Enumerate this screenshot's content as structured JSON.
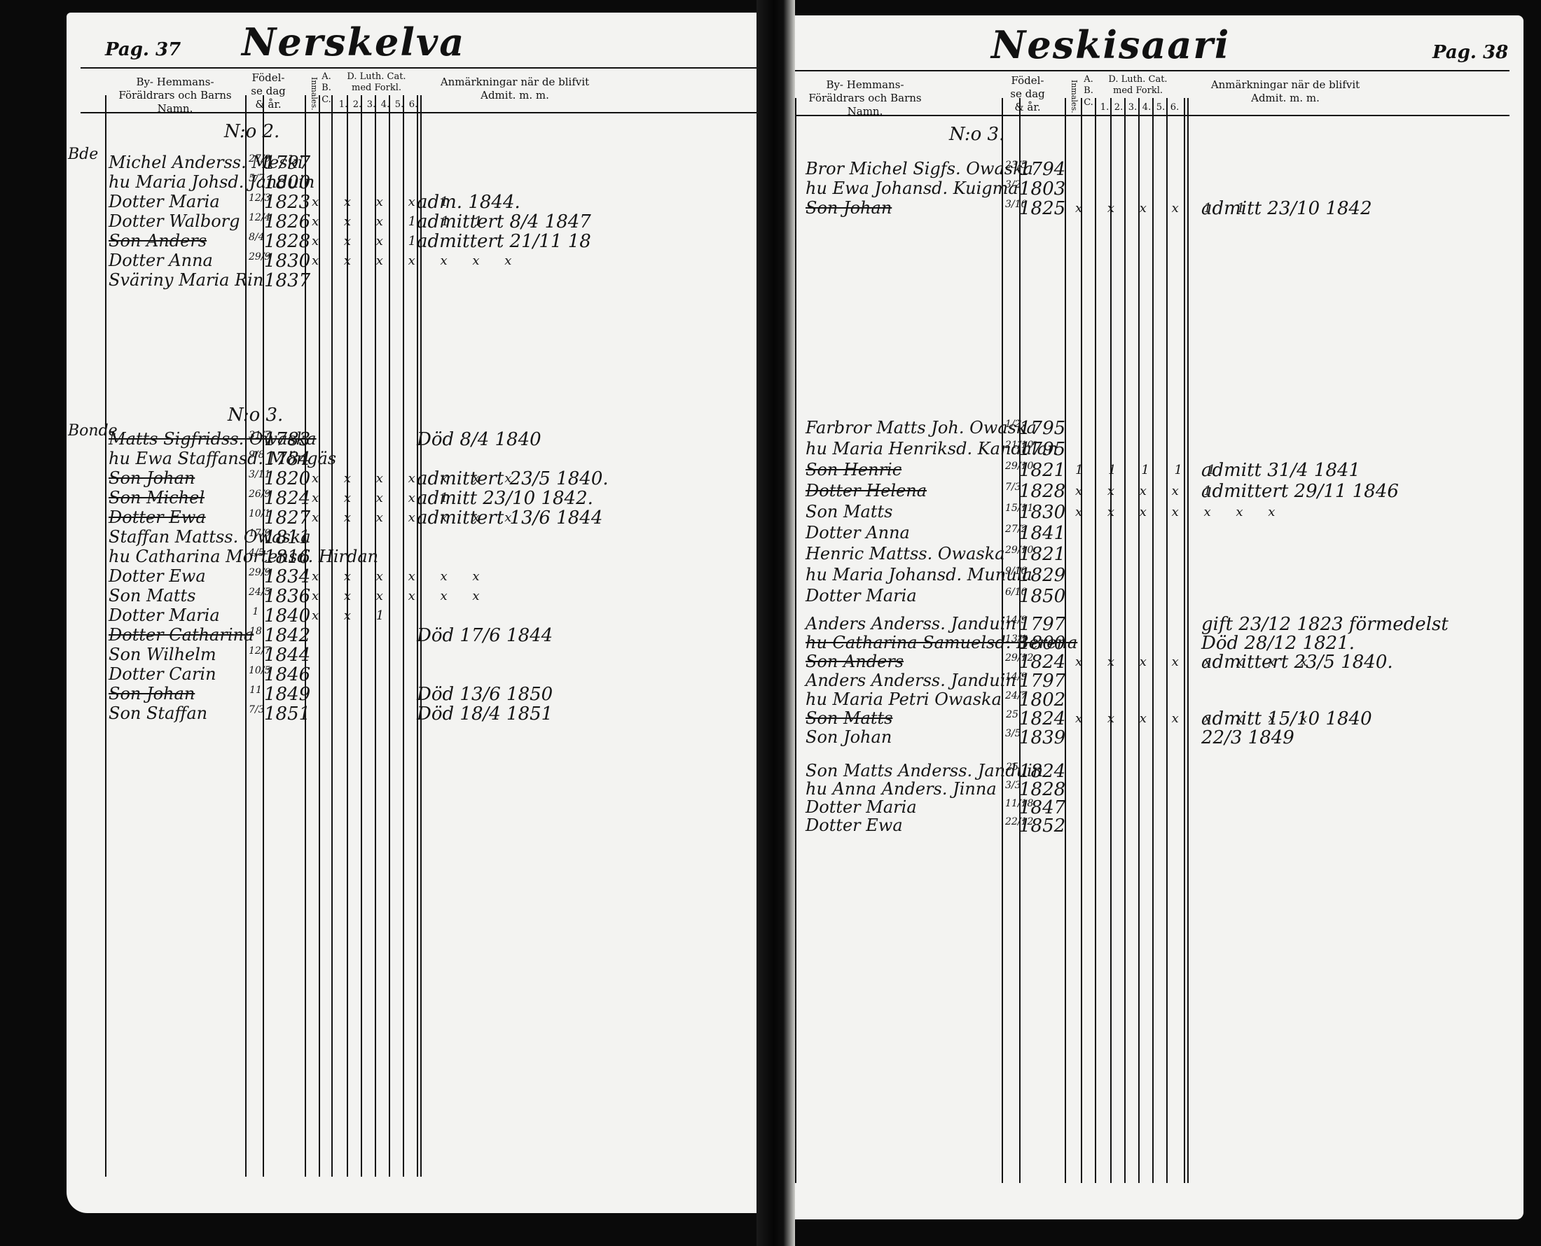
{
  "left_page": {
    "page_number": "Pag. 37",
    "title": "Nerskelva",
    "headers": {
      "names": "By- Hemmans- Föräldrars och Barns Namn.",
      "birth": "Födel-se dag & år.",
      "inmales": "Inmales.",
      "abc": "A. B. C.",
      "catechism": "D. Luth. Cat. med Forkl.",
      "col1": "1.",
      "col2": "2.",
      "col3": "3.",
      "col4": "4.",
      "col5": "5.",
      "col6": "6.",
      "remarks": "Anmärkningar när de blifvit Admit. m. m."
    },
    "households": [
      {
        "number": "N:o 2.",
        "margin": "Bde",
        "rows": [
          {
            "name": "Michel Anderss. Meski",
            "day": "27/9",
            "year": "1797",
            "marks": "",
            "note": "",
            "strike": false
          },
          {
            "name": "hu Maria Johsd. Janduin",
            "day": "5/7",
            "year": "1800",
            "marks": "",
            "note": "",
            "strike": false
          },
          {
            "name": "Dotter Maria",
            "day": "12/3",
            "year": "1823",
            "marks": "x x x x 1",
            "note": "adm. 1844.",
            "strike": false
          },
          {
            "name": "Dotter Walborg",
            "day": "12/4",
            "year": "1826",
            "marks": "x x x 1 1 1",
            "note": "admittert 8/4 1847",
            "strike": false
          },
          {
            "name": "Son Anders",
            "day": "8/4",
            "year": "1828",
            "marks": "x x x 1",
            "note": "admittert 21/11 18",
            "strike": true
          },
          {
            "name": "Dotter Anna",
            "day": "29/9",
            "year": "1830",
            "marks": "x x x x x x x",
            "note": "",
            "strike": false
          },
          {
            "name": "Sväriny Maria Rin",
            "day": "",
            "year": "1837",
            "marks": "",
            "note": "",
            "strike": false
          }
        ]
      },
      {
        "number": "N:o 3.",
        "margin": "Bonde",
        "rows": [
          {
            "name": "Matts Sigfridss. Owaska",
            "day": "31/7",
            "year": "1783",
            "marks": "",
            "note": "Död 8/4 1840",
            "strike": true
          },
          {
            "name": "hu Ewa Staffansd. Möngäs",
            "day": "9/8",
            "year": "1784",
            "marks": "",
            "note": "",
            "strike": false
          },
          {
            "name": "Son Johan",
            "day": "3/11",
            "year": "1820",
            "marks": "x x x x x x x",
            "note": "admittert 23/5 1840.",
            "strike": true
          },
          {
            "name": "Son Michel",
            "day": "26/9",
            "year": "1824",
            "marks": "x x x x 1",
            "note": "admitt 23/10 1842.",
            "strike": true
          },
          {
            "name": "Dotter Ewa",
            "day": "10/1",
            "year": "1827",
            "marks": "x x x x x x x",
            "note": "admittert 13/6 1844",
            "strike": true
          },
          {
            "name": "Staffan Mattss. Owaska",
            "day": "17/9",
            "year": "1811",
            "marks": "",
            "note": "",
            "strike": false
          },
          {
            "name": "hu Catharina Mortensd. Hirdan",
            "day": "4/5",
            "year": "1816",
            "marks": "",
            "note": "",
            "strike": false
          },
          {
            "name": "Dotter Ewa",
            "day": "29/9",
            "year": "1834",
            "marks": "x x x x x x",
            "note": "",
            "strike": false
          },
          {
            "name": "Son Matts",
            "day": "24/5",
            "year": "1836",
            "marks": "x x x x x x",
            "note": "",
            "strike": false
          },
          {
            "name": "Dotter Maria",
            "day": "1",
            "year": "1840",
            "marks": "x x 1",
            "note": "",
            "strike": false
          },
          {
            "name": "Dotter Catharina",
            "day": "18",
            "year": "1842",
            "marks": "",
            "note": "Död 17/6 1844",
            "strike": true
          },
          {
            "name": "Son Wilhelm",
            "day": "12/7",
            "year": "1844",
            "marks": "",
            "note": "",
            "strike": false
          },
          {
            "name": "Dotter Carin",
            "day": "10/5",
            "year": "1846",
            "marks": "",
            "note": "",
            "strike": false
          },
          {
            "name": "Son Johan",
            "day": "11",
            "year": "1849",
            "marks": "",
            "note": "Död 13/6 1850",
            "strike": true
          },
          {
            "name": "Son Staffan",
            "day": "7/3",
            "year": "1851",
            "marks": "",
            "note": "Död 18/4 1851",
            "strike": false
          }
        ]
      }
    ]
  },
  "right_page": {
    "page_number": "Pag. 38",
    "title": "Neskisaari",
    "headers": {
      "names": "By- Hemmans- Föräldrars och Barns Namn.",
      "birth": "Födel-se dag & år.",
      "inmales": "Inmales.",
      "abc": "A. B. C.",
      "catechism": "D. Luth. Cat. med Forkl.",
      "col1": "1.",
      "col2": "2.",
      "col3": "3.",
      "col4": "4.",
      "col5": "5.",
      "col6": "6.",
      "remarks": "Anmärkningar när de blifvit Admit. m. m."
    },
    "households": [
      {
        "number": "N:o 3.",
        "rows": [
          {
            "name": "Bror Michel Sigfs. Owaska",
            "day": "23/5",
            "year": "1794",
            "marks": "",
            "note": "",
            "strike": false
          },
          {
            "name": "hu Ewa Johansd. Kuigma",
            "day": "3/2",
            "year": "1803",
            "marks": "",
            "note": "",
            "strike": false
          },
          {
            "name": "Son Johan",
            "day": "3/10",
            "year": "1825",
            "marks": "x x x x 1 1",
            "note": "admitt 23/10 1842",
            "strike": true
          }
        ]
      },
      {
        "number": "",
        "rows": [
          {
            "name": "Farbror Matts Joh. Owaska",
            "day": "1/2",
            "year": "1795",
            "marks": "",
            "note": "",
            "strike": false
          },
          {
            "name": "hu Maria Henriksd. Kandalan",
            "day": "21/10",
            "year": "1795",
            "marks": "",
            "note": "",
            "strike": false
          },
          {
            "name": "Son Henric",
            "day": "29/10",
            "year": "1821",
            "marks": "1 1 1 1 1",
            "note": "admitt 31/4 1841",
            "strike": true
          },
          {
            "name": "Dotter Helena",
            "day": "7/3",
            "year": "1828",
            "marks": "x x x x 1",
            "note": "admittert 29/11 1846",
            "strike": true
          },
          {
            "name": "Son Matts",
            "day": "15/11",
            "year": "1830",
            "marks": "x x x x x x x",
            "note": "",
            "strike": false
          },
          {
            "name": "Dotter Anna",
            "day": "27/2",
            "year": "1841",
            "marks": "",
            "note": "",
            "strike": false
          },
          {
            "name": "Henric Mattss. Owaska",
            "day": "29/10",
            "year": "1821",
            "marks": "",
            "note": "",
            "strike": false
          },
          {
            "name": "hu Maria Johansd. Munula",
            "day": "9/10",
            "year": "1829",
            "marks": "",
            "note": "",
            "strike": false
          },
          {
            "name": "Dotter Maria",
            "day": "6/10",
            "year": "1850",
            "marks": "",
            "note": "",
            "strike": false
          }
        ]
      },
      {
        "number": "",
        "rows": [
          {
            "name": "Anders Anderss. Janduin",
            "day": "14/9",
            "year": "1797",
            "marks": "",
            "note": "gift 23/12 1823 förmedelst",
            "strike": false
          },
          {
            "name": "hu Catharina Samuelsd. Berena",
            "day": "13/1",
            "year": "1800",
            "marks": "",
            "note": "Död 28/12 1821.",
            "strike": true
          },
          {
            "name": "Son Anders",
            "day": "29/12",
            "year": "1824",
            "marks": "x x x x x x x x",
            "note": "admittert 23/5 1840.",
            "strike": true
          },
          {
            "name": "Anders Anderss. Janduin",
            "day": "14/9",
            "year": "1797",
            "marks": "",
            "note": "",
            "strike": false
          },
          {
            "name": "hu Maria Petri Owaska",
            "day": "24/7",
            "year": "1802",
            "marks": "",
            "note": "",
            "strike": false
          },
          {
            "name": "Son Matts",
            "day": "25",
            "year": "1824",
            "marks": "x x x x x x x x",
            "note": "admitt 15/10 1840",
            "strike": true
          },
          {
            "name": "Son Johan",
            "day": "3/5",
            "year": "1839",
            "marks": "",
            "note": "22/3 1849",
            "strike": false
          }
        ]
      },
      {
        "number": "",
        "rows": [
          {
            "name": "Son Matts Anderss. Janduin",
            "day": "25",
            "year": "1824",
            "marks": "",
            "note": "",
            "strike": false
          },
          {
            "name": "hu Anna Anders. Jinna",
            "day": "3/3",
            "year": "1828",
            "marks": "",
            "note": "",
            "strike": false
          },
          {
            "name": "Dotter Maria",
            "day": "11/18",
            "year": "1847",
            "marks": "",
            "note": "",
            "strike": false
          },
          {
            "name": "Dotter Ewa",
            "day": "22/12",
            "year": "1852",
            "marks": "",
            "note": "",
            "strike": false
          }
        ]
      }
    ]
  }
}
